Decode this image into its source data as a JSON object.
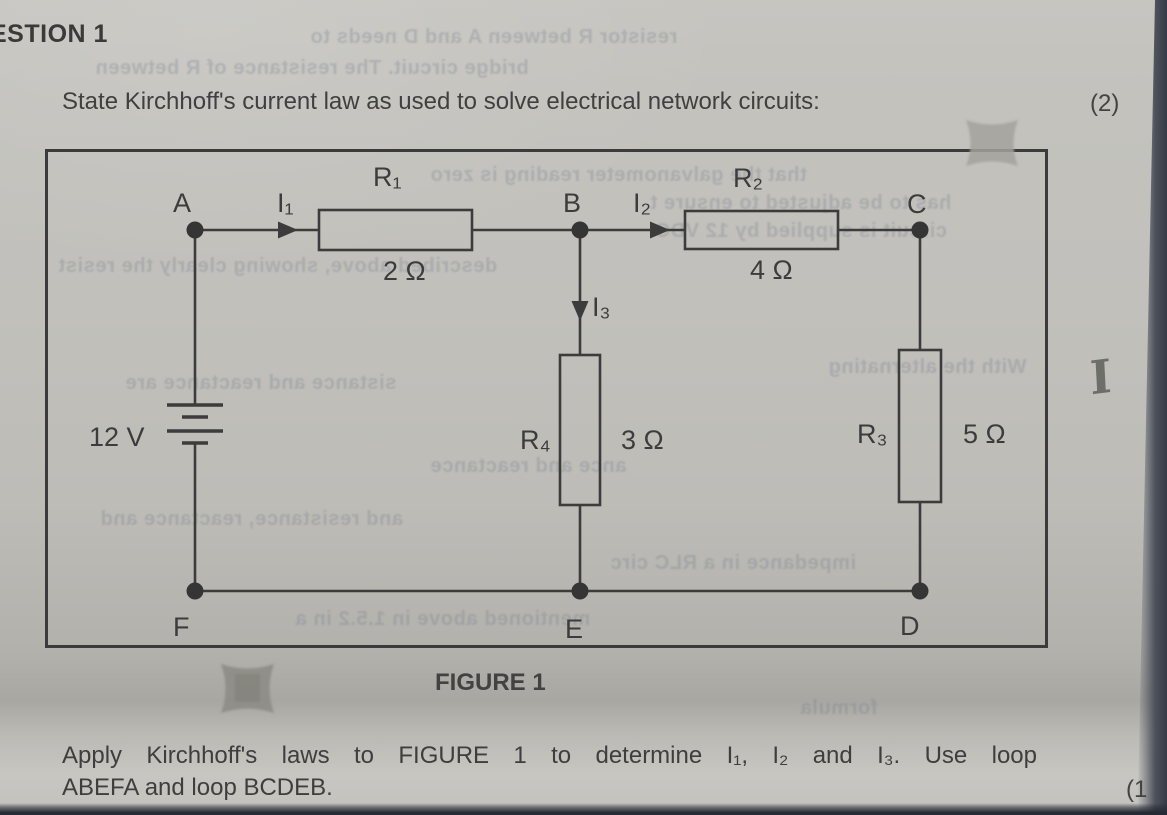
{
  "header": {
    "question_label": "ESTION 1",
    "prompt": "State Kirchhoff's current law as used to solve electrical network circuits:",
    "marks": "(2)"
  },
  "figure": {
    "caption": "FIGURE 1",
    "circuit": {
      "node_a": "A",
      "node_b": "B",
      "node_c": "C",
      "node_d": "D",
      "node_e": "E",
      "node_f": "F",
      "r1_name": "R₁",
      "r1_value": "2 Ω",
      "r2_name": "R₂",
      "r2_value": "4 Ω",
      "r3_name": "R₃",
      "r3_value": "5 Ω",
      "r4_name": "R₄",
      "r4_value": "3 Ω",
      "battery_label": "12 V",
      "current_i1": "I₁",
      "current_i2": "I₂",
      "current_i3": "I₃",
      "handwritten_annotation": "I"
    }
  },
  "footer": {
    "line1": "Apply Kirchhoff's laws to FIGURE 1 to determine I₁, I₂ and I₃. Use loop",
    "line2": "ABEFA and loop BCDEB.",
    "marks_partial": "(1"
  },
  "colors": {
    "paper": "#c1c0bb",
    "ink": "#3c3c3c",
    "pencil": "#5f5f5a",
    "photo_edge": "#343a46",
    "staple_mark": "#91908a"
  },
  "bleedthrough": {
    "lines": [
      {
        "text": "resistor R between A and D needs to"
      },
      {
        "text": "bridge circuit. The resistance of R between"
      },
      {
        "text": "that the galvanometer reading is zero"
      },
      {
        "text": "has to be adjusted to ensure t"
      },
      {
        "text": "circuit is supplied by 12 VDC"
      },
      {
        "text": "described above, showing clearly the resist"
      },
      {
        "text": "sistance and reactance are"
      },
      {
        "text": "With the alternating"
      },
      {
        "text": "ance and reactance"
      },
      {
        "text": "and resistance, reactance and"
      },
      {
        "text": "impedance in a RLC circ"
      },
      {
        "text": "mentioned above in 1.5.2 in a"
      },
      {
        "text": "formula"
      }
    ]
  }
}
